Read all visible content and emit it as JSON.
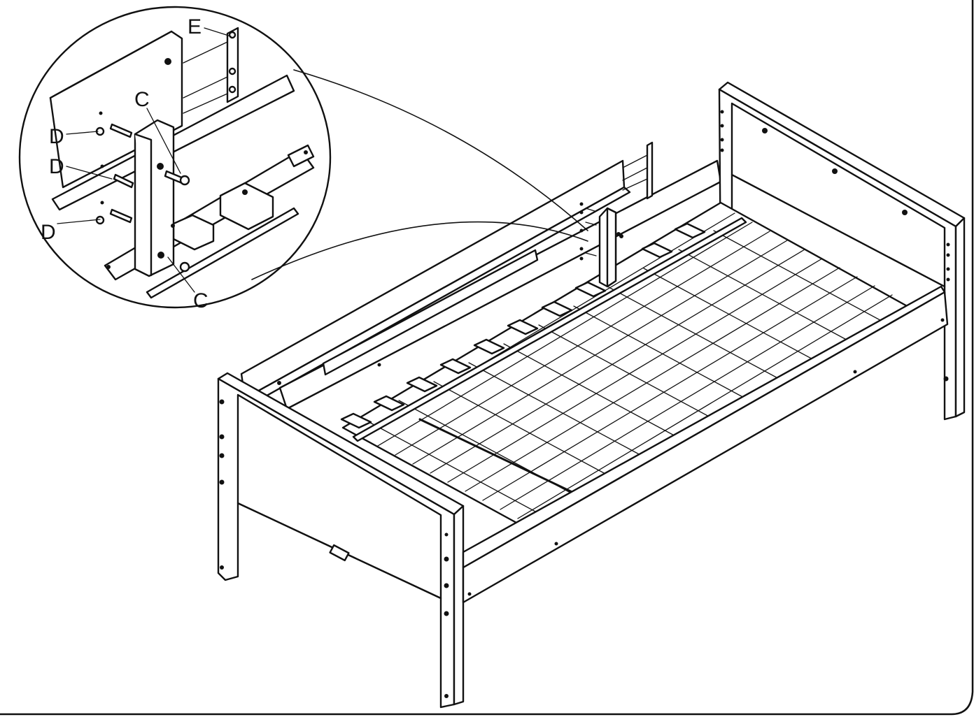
{
  "diagram": {
    "kind": "assembly-instruction",
    "subject": "bed-frame",
    "callouts": [
      {
        "id": "callout-e",
        "label": "E"
      },
      {
        "id": "callout-c-top",
        "label": "C"
      },
      {
        "id": "callout-d-1",
        "label": "D"
      },
      {
        "id": "callout-d-2",
        "label": "D"
      },
      {
        "id": "callout-d-3",
        "label": "D"
      },
      {
        "id": "callout-c-bottom",
        "label": "C"
      }
    ]
  }
}
